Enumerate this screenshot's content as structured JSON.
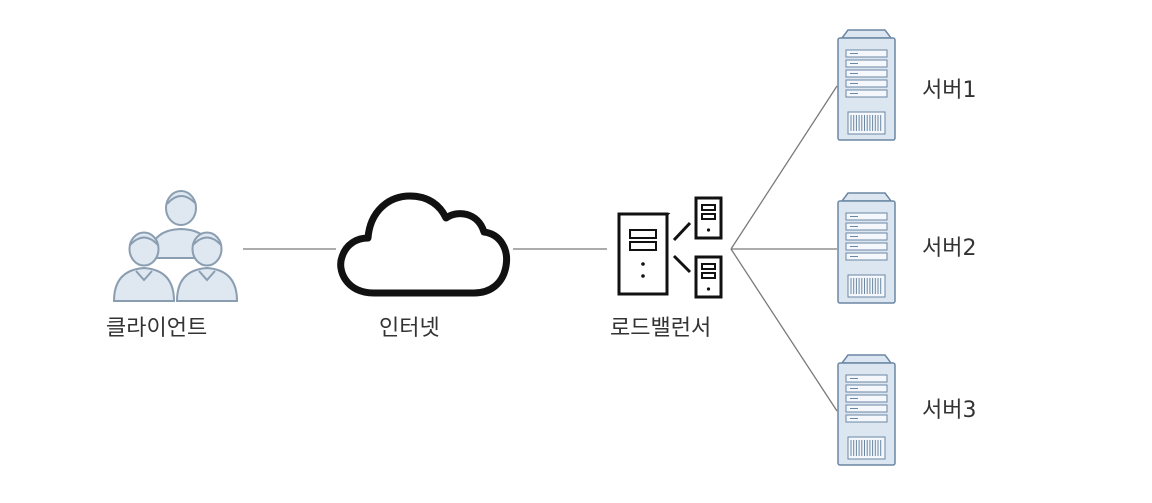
{
  "nodes": {
    "client": {
      "label": "클라이언트",
      "icon": "users-group-icon"
    },
    "internet": {
      "label": "인터넷",
      "icon": "cloud-icon"
    },
    "load_balancer": {
      "label": "로드밸런서",
      "icon": "load-balancer-icon"
    },
    "servers": [
      {
        "label": "서버1",
        "icon": "server-rack-icon"
      },
      {
        "label": "서버2",
        "icon": "server-rack-icon"
      },
      {
        "label": "서버3",
        "icon": "server-rack-icon"
      }
    ]
  },
  "colors": {
    "user_fill": "#dfe8f1",
    "user_stroke": "#8a9db1",
    "server_fill": "#dbe6f1",
    "server_stroke": "#6b87a4",
    "line": "#7a7a7a",
    "icon_black": "#111111",
    "text": "#333333"
  }
}
